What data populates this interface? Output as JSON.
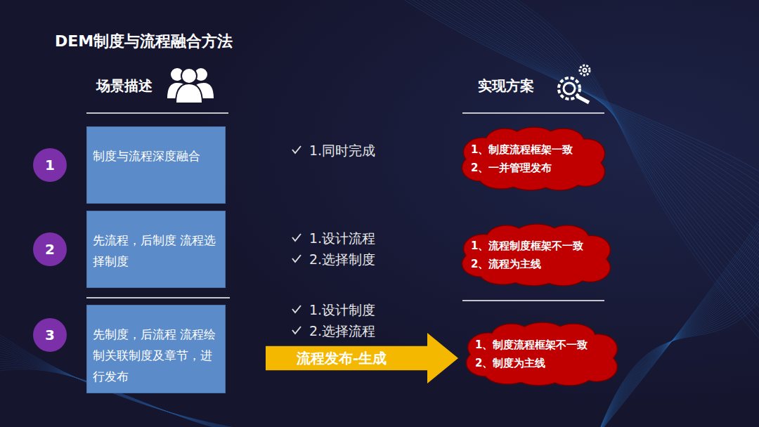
{
  "diagram": {
    "title": "DEM制度与流程融合方法",
    "nodes": [
      {
        "text": [
          "1"
        ]
      },
      {
        "text": [
          "制度与流程深度融合"
        ]
      },
      {
        "text": [
          "1、制度流程框架一致",
          "2、一并管理发布"
        ]
      },
      {
        "text": [
          "2"
        ]
      },
      {
        "text": [
          "先流程，后制度 流程选择制度"
        ]
      },
      {
        "text": [
          "1、流程制度框架不一致",
          "2、流程为主线"
        ]
      },
      {
        "text": [
          "3"
        ]
      },
      {
        "text": [
          "先制度，后流程 流程绘制关联制度及章节，进行发布"
        ]
      },
      {
        "text": [
          "流程发布-生成"
        ]
      },
      {
        "text": [
          "1、制度流程框架不一致",
          "2、制度为主线"
        ]
      }
    ],
    "labels": [
      "场景描述",
      "实现方案",
      "1.同时完成",
      "1.设计流程",
      "2.选择制度",
      "1.设计制度",
      "2.选择流程"
    ]
  }
}
